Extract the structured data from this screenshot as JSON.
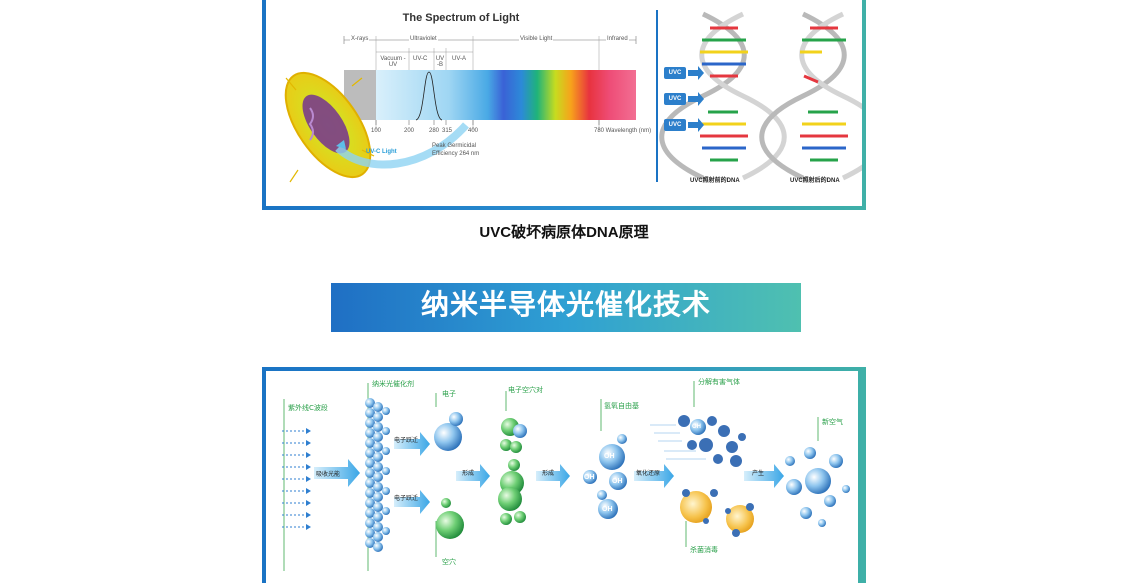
{
  "spectrum": {
    "title": "The Spectrum of Light",
    "bands": [
      "X-rays",
      "Ultraviolet",
      "Visible Light",
      "Infrared"
    ],
    "sub_bands": [
      "Vacuum -UV",
      "UV-C",
      "UV -B",
      "UV-A"
    ],
    "ticks": [
      "100",
      "200",
      "280",
      "315",
      "400",
      "780 Wavelength (nm)"
    ],
    "peak_note": "Peak Germicidal",
    "peak_note_2": "Efficiency 264 nm",
    "uvc_light": "UV-C Light"
  },
  "dna": {
    "uvc_tags": [
      "UVC",
      "UVC",
      "UVC"
    ],
    "before_caption": "UVC照射前的DNA",
    "after_caption": "UVC照射后的DNA"
  },
  "caption_top": "UVC破坏病原体DNA原理",
  "banner_title": "纳米半导体光催化技术",
  "process": {
    "uv_c": "紫外线C波段",
    "absorb": "吸收光能",
    "catalyst": "纳米光催化剂",
    "jump_1": "电子跃迁",
    "jump_2": "电子跃迁",
    "electron": "电子",
    "hole": "空穴",
    "pair": "电子空穴对",
    "form_1": "形成",
    "form_2": "形成",
    "hydroxyl": "氢氧自由基",
    "redox": "氧化还原",
    "decompose": "分解有害气体",
    "sterilize": "杀菌消毒",
    "produce": "产生",
    "fresh_air": "新空气",
    "oh": "OH"
  },
  "colors": {
    "panel_blue": "#1a73c4",
    "panel_teal": "#3fb0a7",
    "label_green": "#2aa04a"
  }
}
